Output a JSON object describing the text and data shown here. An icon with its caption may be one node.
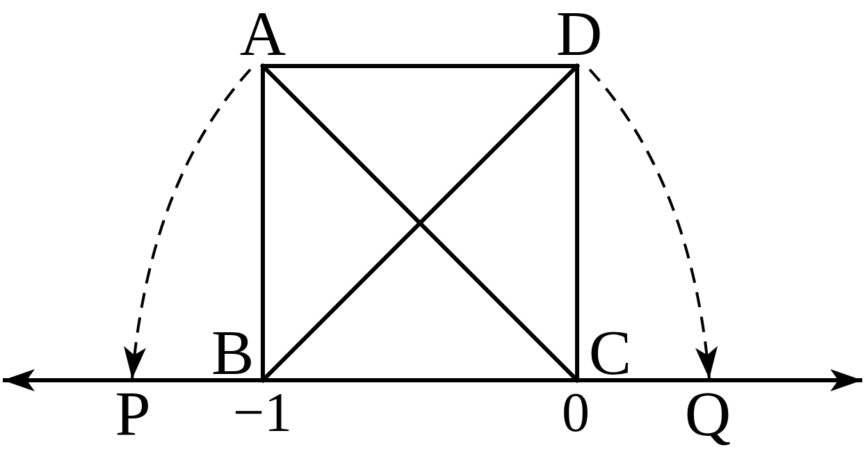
{
  "diagram": {
    "nodes": [
      {
        "text": [
          "A"
        ]
      },
      {
        "text": [
          "D"
        ]
      },
      {
        "text": [
          "B"
        ]
      },
      {
        "text": [
          "C"
        ]
      },
      {
        "text": [
          "P"
        ]
      },
      {
        "text": [
          "Q"
        ]
      }
    ],
    "edges": [
      {
        "from": 0,
        "to": 1,
        "arrow": "none"
      },
      {
        "from": 0,
        "to": 2,
        "arrow": "none"
      },
      {
        "from": 2,
        "to": 3,
        "arrow": "none"
      },
      {
        "from": 3,
        "to": 1,
        "arrow": "none"
      },
      {
        "from": 0,
        "to": 3,
        "arrow": "none"
      },
      {
        "from": 2,
        "to": 1,
        "arrow": "none"
      },
      {
        "from": 0,
        "to": 4,
        "arrow": "to",
        "style": "dashed"
      },
      {
        "from": 1,
        "to": 5,
        "arrow": "to",
        "style": "dashed"
      }
    ],
    "labels": [
      "−1",
      "0"
    ]
  }
}
